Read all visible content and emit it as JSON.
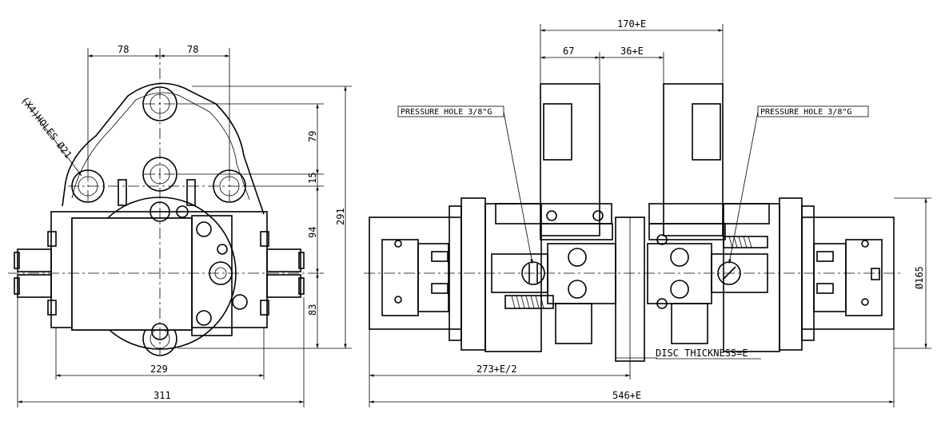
{
  "labels": {
    "holes": "(X4)HOLES Ø21",
    "pressure_left": "PRESSURE HOLE 3/8\"G",
    "pressure_right": "PRESSURE HOLE 3/8\"G",
    "disc_thickness": "DISC THICKNESS=E"
  },
  "dimensions": {
    "left_78_a": "78",
    "left_78_b": "78",
    "d79": "79",
    "d15": "15",
    "d94": "94",
    "d83": "83",
    "d291": "291",
    "d229": "229",
    "d311": "311",
    "d170E": "170+E",
    "d67": "67",
    "d36E": "36+E",
    "d165": "Ø165",
    "d273E2": "273+E/2",
    "d546E": "546+E"
  }
}
